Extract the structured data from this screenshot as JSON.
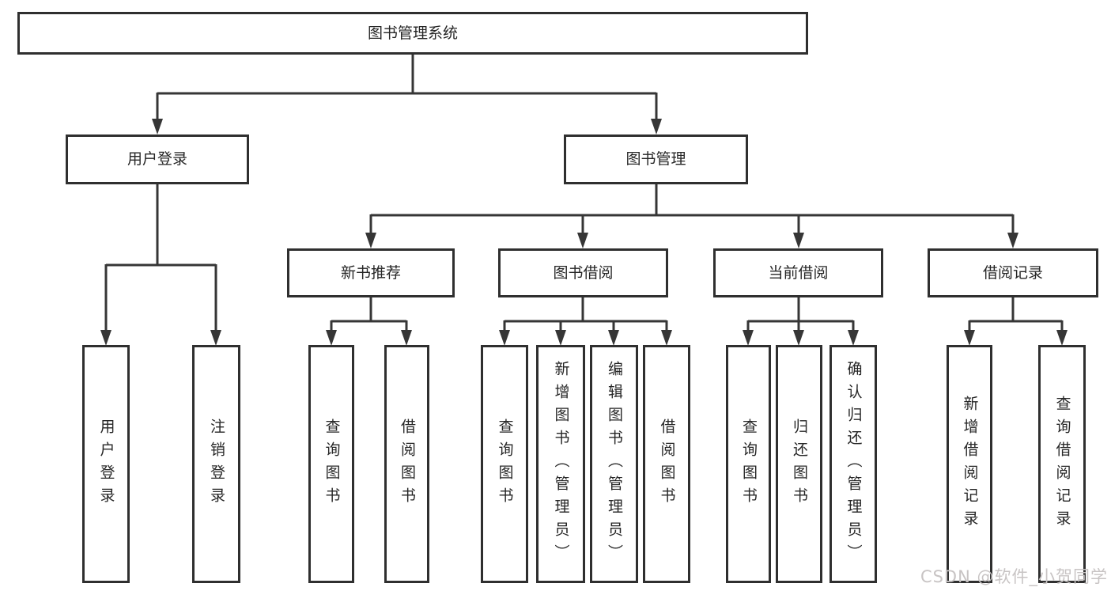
{
  "diagram": {
    "type": "hierarchy",
    "root": "图书管理系统",
    "level2": [
      "用户登录",
      "图书管理"
    ],
    "level3_parent": "图书管理",
    "level3": [
      "新书推荐",
      "图书借阅",
      "当前借阅",
      "借阅记录"
    ],
    "level4_groups": [
      {
        "parent": "用户登录",
        "items": [
          "用户登录",
          "注销登录"
        ]
      },
      {
        "parent": "新书推荐",
        "items": [
          "查询图书",
          "借阅图书"
        ]
      },
      {
        "parent": "图书借阅",
        "items": [
          "查询图书",
          "新增图书（管理员）",
          "编辑图书（管理员）",
          "借阅图书"
        ]
      },
      {
        "parent": "当前借阅",
        "items": [
          "查询图书",
          "归还图书",
          "确认归还（管理员）"
        ]
      },
      {
        "parent": "借阅记录",
        "items": [
          "新增借阅记录",
          "查询借阅记录"
        ]
      }
    ],
    "colors": {
      "line": "#363636",
      "box_border": "#2f2f2f",
      "box_fill": "#ffffff",
      "text": "#262626"
    }
  },
  "watermark": {
    "text": "CSDN @软件_小贺同学",
    "color": "#c8c4c4"
  }
}
